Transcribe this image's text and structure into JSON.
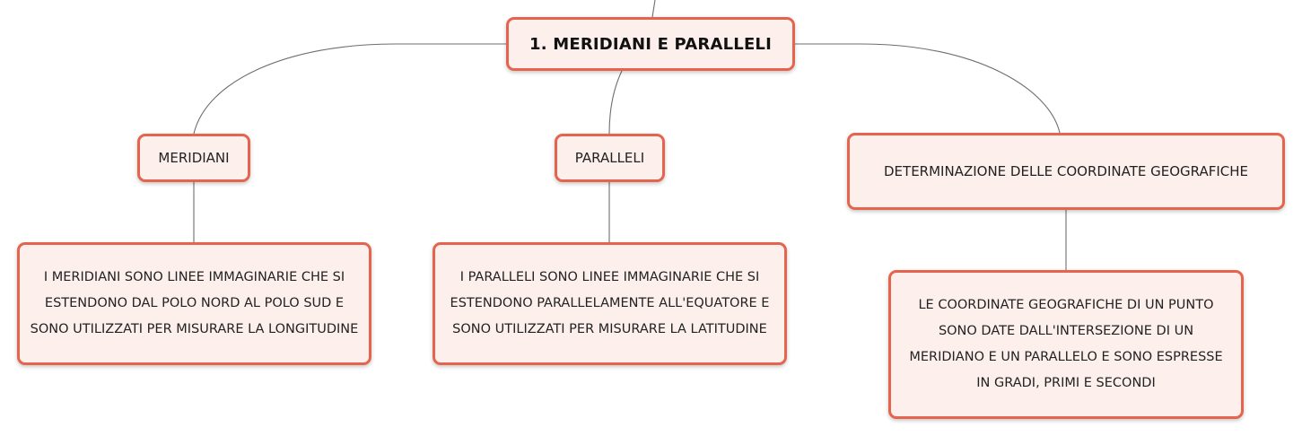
{
  "mindmap": {
    "root": {
      "label": "1. MERIDIANI E PARALLELI"
    },
    "branches": [
      {
        "label": "MERIDIANI",
        "detail": "I MERIDIANI SONO LINEE IMMAGINARIE CHE SI ESTENDONO DAL POLO NORD AL POLO SUD E SONO UTILIZZATI PER MISURARE LA LONGITUDINE"
      },
      {
        "label": "PARALLELI",
        "detail": "I PARALLELI SONO LINEE IMMAGINARIE CHE SI ESTENDONO PARALLELAMENTE ALL'EQUATORE E SONO UTILIZZATI PER MISURARE LA LATITUDINE"
      },
      {
        "label": "DETERMINAZIONE DELLE COORDINATE GEOGRAFICHE",
        "detail": "LE COORDINATE GEOGRAFICHE DI UN PUNTO SONO DATE DALL'INTERSEZIONE DI UN MERIDIANO E UN PARALLELO E SONO ESPRESSE IN GRADI, PRIMI E SECONDI"
      }
    ]
  },
  "colors": {
    "node_border": "#e4644e",
    "node_fill": "#fdf0ec",
    "connector": "#6e6e6e",
    "text": "#222222"
  }
}
